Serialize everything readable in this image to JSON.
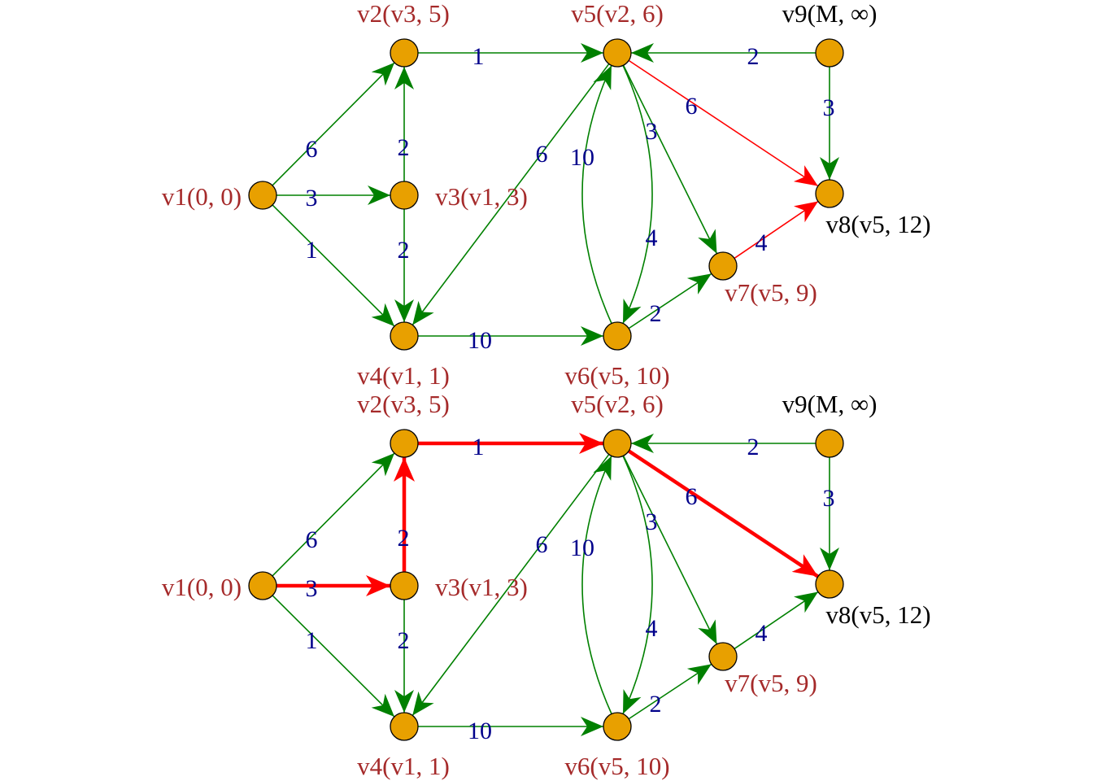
{
  "colors": {
    "node_fill": "#e8a000",
    "node_stroke": "#000000",
    "edge_normal": "#008000",
    "edge_highlight": "#ff0000",
    "label_red": "#a52a2a",
    "label_black": "#000000",
    "weight": "#00008b"
  },
  "graphs": [
    {
      "name": "graph-top",
      "nodes": [
        {
          "id": "v1",
          "label": "v1(0, 0)",
          "label_color": "red"
        },
        {
          "id": "v2",
          "label": "v2(v3, 5)",
          "label_color": "red"
        },
        {
          "id": "v3",
          "label": "v3(v1, 3)",
          "label_color": "red"
        },
        {
          "id": "v4",
          "label": "v4(v1, 1)",
          "label_color": "red"
        },
        {
          "id": "v5",
          "label": "v5(v2, 6)",
          "label_color": "red"
        },
        {
          "id": "v6",
          "label": "v6(v5, 10)",
          "label_color": "red"
        },
        {
          "id": "v7",
          "label": "v7(v5, 9)",
          "label_color": "red"
        },
        {
          "id": "v8",
          "label": "v8(v5, 12)",
          "label_color": "black"
        },
        {
          "id": "v9",
          "label": "v9(M, ∞)",
          "label_color": "black"
        }
      ],
      "edges": [
        {
          "from": "v1",
          "to": "v2",
          "weight": "6",
          "highlight": false
        },
        {
          "from": "v1",
          "to": "v3",
          "weight": "3",
          "highlight": false
        },
        {
          "from": "v1",
          "to": "v4",
          "weight": "1",
          "highlight": false
        },
        {
          "from": "v3",
          "to": "v2",
          "weight": "2",
          "highlight": false
        },
        {
          "from": "v3",
          "to": "v4",
          "weight": "2",
          "highlight": false
        },
        {
          "from": "v2",
          "to": "v5",
          "weight": "1",
          "highlight": false
        },
        {
          "from": "v5",
          "to": "v4",
          "weight": "6",
          "highlight": false
        },
        {
          "from": "v4",
          "to": "v6",
          "weight": "10",
          "highlight": false
        },
        {
          "from": "v6",
          "to": "v5",
          "weight": "10",
          "highlight": false
        },
        {
          "from": "v5",
          "to": "v6",
          "weight": "4",
          "highlight": false
        },
        {
          "from": "v5",
          "to": "v7",
          "weight": "3",
          "highlight": false
        },
        {
          "from": "v6",
          "to": "v7",
          "weight": "2",
          "highlight": false
        },
        {
          "from": "v9",
          "to": "v5",
          "weight": "2",
          "highlight": false
        },
        {
          "from": "v9",
          "to": "v8",
          "weight": "3",
          "highlight": false
        },
        {
          "from": "v5",
          "to": "v8",
          "weight": "6",
          "highlight": true
        },
        {
          "from": "v7",
          "to": "v8",
          "weight": "4",
          "highlight": true
        }
      ]
    },
    {
      "name": "graph-bottom",
      "nodes": [
        {
          "id": "v1",
          "label": "v1(0, 0)",
          "label_color": "red"
        },
        {
          "id": "v2",
          "label": "v2(v3, 5)",
          "label_color": "red"
        },
        {
          "id": "v3",
          "label": "v3(v1, 3)",
          "label_color": "red"
        },
        {
          "id": "v4",
          "label": "v4(v1, 1)",
          "label_color": "red"
        },
        {
          "id": "v5",
          "label": "v5(v2, 6)",
          "label_color": "red"
        },
        {
          "id": "v6",
          "label": "v6(v5, 10)",
          "label_color": "red"
        },
        {
          "id": "v7",
          "label": "v7(v5, 9)",
          "label_color": "red"
        },
        {
          "id": "v8",
          "label": "v8(v5, 12)",
          "label_color": "black"
        },
        {
          "id": "v9",
          "label": "v9(M, ∞)",
          "label_color": "black"
        }
      ],
      "edges": [
        {
          "from": "v1",
          "to": "v2",
          "weight": "6",
          "highlight": false
        },
        {
          "from": "v1",
          "to": "v3",
          "weight": "3",
          "highlight": true
        },
        {
          "from": "v1",
          "to": "v4",
          "weight": "1",
          "highlight": false
        },
        {
          "from": "v3",
          "to": "v2",
          "weight": "2",
          "highlight": true
        },
        {
          "from": "v3",
          "to": "v4",
          "weight": "2",
          "highlight": false
        },
        {
          "from": "v2",
          "to": "v5",
          "weight": "1",
          "highlight": true
        },
        {
          "from": "v5",
          "to": "v4",
          "weight": "6",
          "highlight": false
        },
        {
          "from": "v4",
          "to": "v6",
          "weight": "10",
          "highlight": false
        },
        {
          "from": "v6",
          "to": "v5",
          "weight": "10",
          "highlight": false
        },
        {
          "from": "v5",
          "to": "v6",
          "weight": "4",
          "highlight": false
        },
        {
          "from": "v5",
          "to": "v7",
          "weight": "3",
          "highlight": false
        },
        {
          "from": "v6",
          "to": "v7",
          "weight": "2",
          "highlight": false
        },
        {
          "from": "v9",
          "to": "v5",
          "weight": "2",
          "highlight": false
        },
        {
          "from": "v9",
          "to": "v8",
          "weight": "3",
          "highlight": false
        },
        {
          "from": "v5",
          "to": "v8",
          "weight": "6",
          "highlight": true
        },
        {
          "from": "v7",
          "to": "v8",
          "weight": "4",
          "highlight": false
        }
      ]
    }
  ]
}
